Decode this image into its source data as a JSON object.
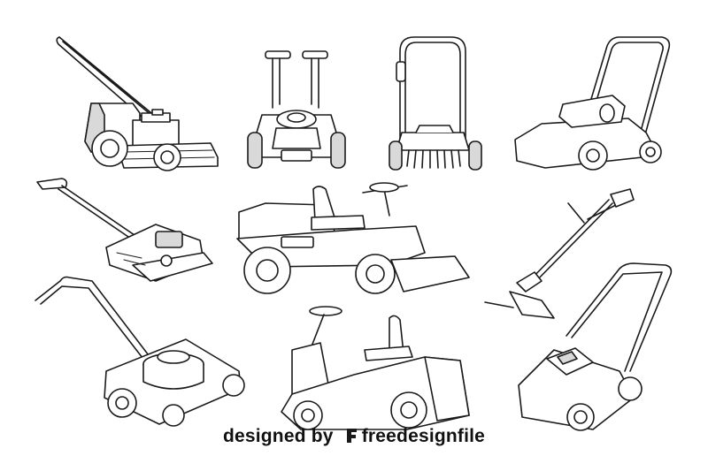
{
  "footer": {
    "prefix": "designed by",
    "brand": "freedesignfile",
    "logo_icon": "freedesignfile-logo-icon"
  },
  "illustration": {
    "style": "black outline line art",
    "stroke_color": "#1a1a1a",
    "background_color": "#ffffff",
    "items": [
      "push-mower-side-view",
      "push-mower-front-view",
      "dethatcher-rear-view",
      "push-mower-three-quarter-view",
      "reel-mower",
      "riding-mower-side-view",
      "string-trimmer",
      "push-mower-engine-view",
      "ride-on-mower",
      "cordless-push-mower"
    ]
  }
}
